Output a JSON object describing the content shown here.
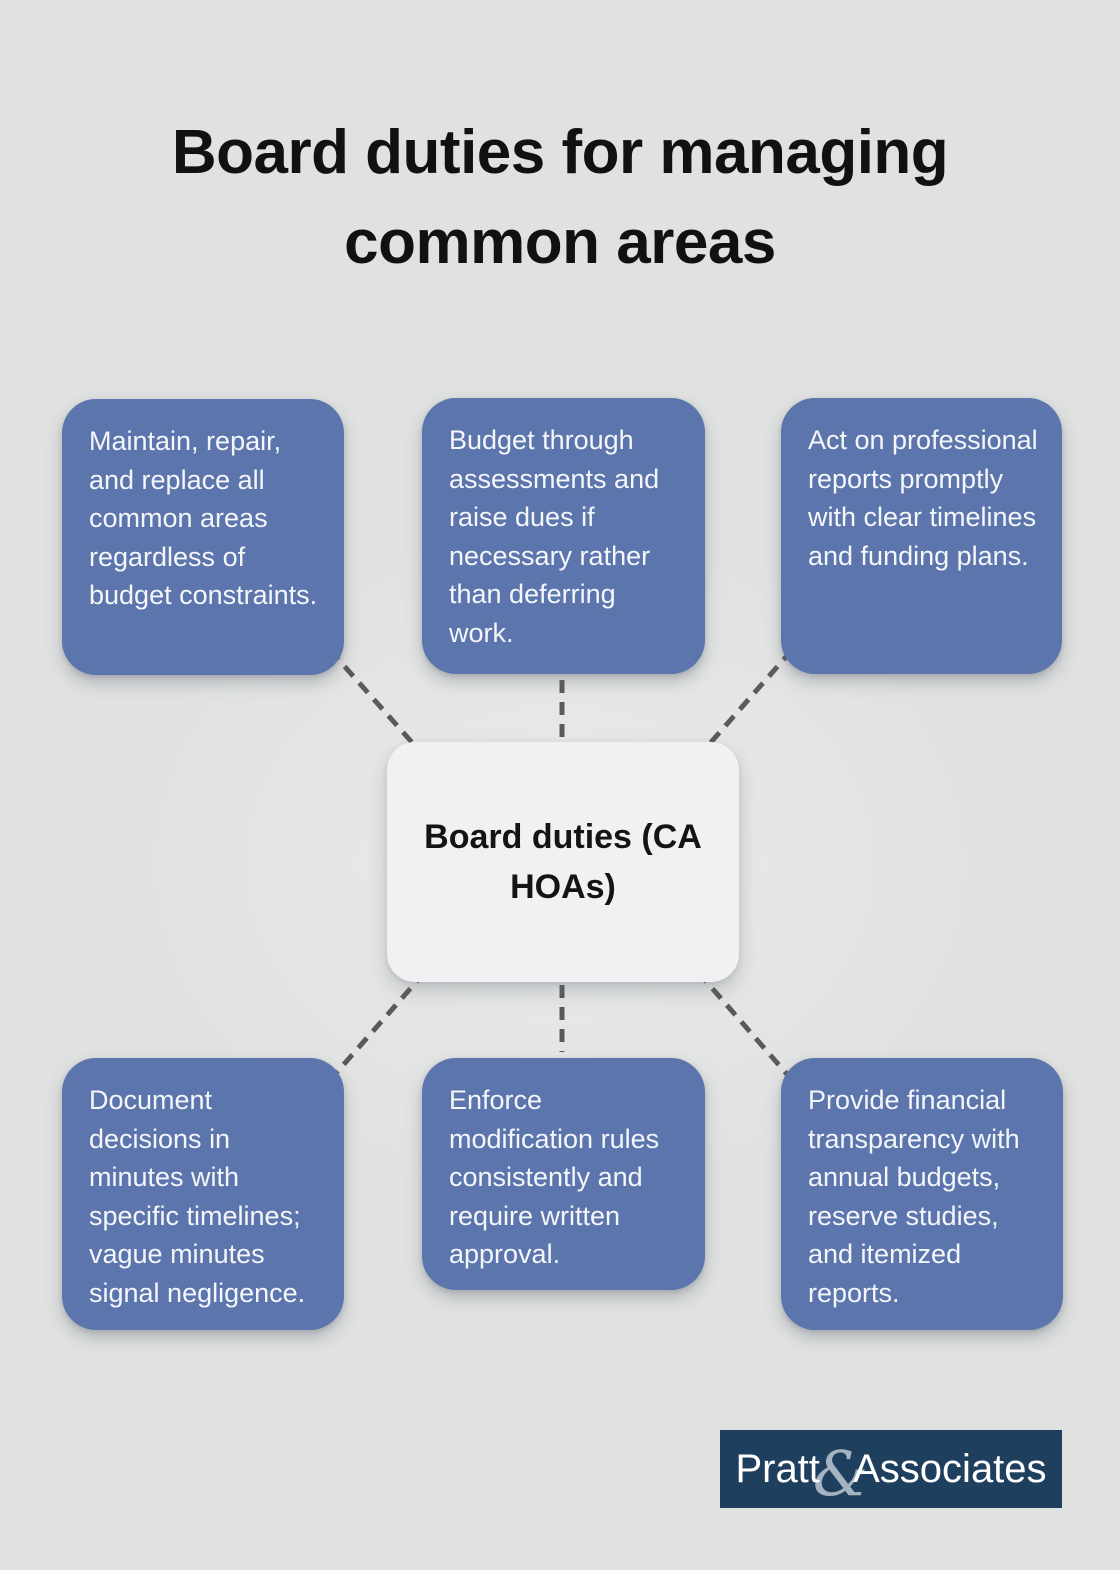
{
  "title": "Board duties for managing common areas",
  "center": {
    "label": "Board duties (CA HOAs)"
  },
  "nodes": [
    {
      "id": "maintain",
      "text": "Maintain, repair, and replace all common areas regardless of budget constraints."
    },
    {
      "id": "budget",
      "text": "Budget through assessments and raise dues if necessary rather than deferring work."
    },
    {
      "id": "act",
      "text": "Act on professional reports promptly with clear timelines and funding plans."
    },
    {
      "id": "document",
      "text": "Document decisions in minutes with specific timelines; vague minutes signal negligence."
    },
    {
      "id": "enforce",
      "text": "Enforce modification rules consistently and require written approval."
    },
    {
      "id": "provide",
      "text": "Provide financial transparency with annual budgets, reserve studies, and itemized reports."
    }
  ],
  "logo": {
    "part1": "Pratt",
    "ampersand": "&",
    "part2": "Associates"
  },
  "colors": {
    "background": "#e0e2e1",
    "node": "#5c75ac",
    "node_text": "#f4f6fa",
    "center_bg": "#f0f1f3",
    "center_text": "#141414",
    "connector": "#5a5a5a",
    "logo_bg": "#1f3f5f",
    "logo_text": "#ffffff",
    "title_color": "#111111"
  }
}
